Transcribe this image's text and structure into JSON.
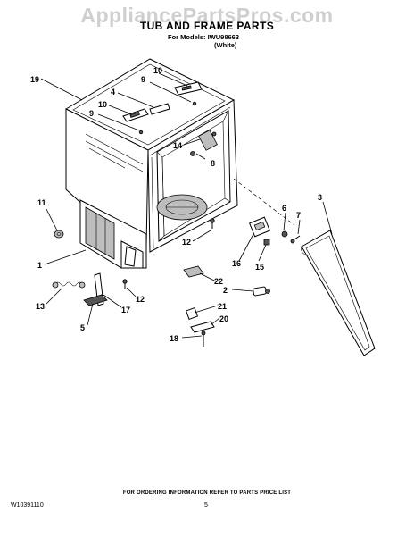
{
  "watermark": "AppliancePartsPros.com",
  "header": {
    "title": "TUB AND FRAME PARTS",
    "models": "For Models: IWU98663",
    "variant": "(White)"
  },
  "callouts": {
    "c19": "19",
    "c10a": "10",
    "c9a": "9",
    "c4": "4",
    "c10b": "10",
    "c9b": "9",
    "c14": "14",
    "c8": "8",
    "c11": "11",
    "c3": "3",
    "c6": "6",
    "c7": "7",
    "c12a": "12",
    "c16": "16",
    "c15": "15",
    "c1": "1",
    "c22": "22",
    "c2": "2",
    "c12b": "12",
    "c13": "13",
    "c17": "17",
    "c21": "21",
    "c20": "20",
    "c5": "5",
    "c18": "18"
  },
  "footer": {
    "ordering_note": "FOR ORDERING INFORMATION REFER TO PARTS PRICE LIST",
    "document_number": "W10391110",
    "page_number": "5"
  }
}
